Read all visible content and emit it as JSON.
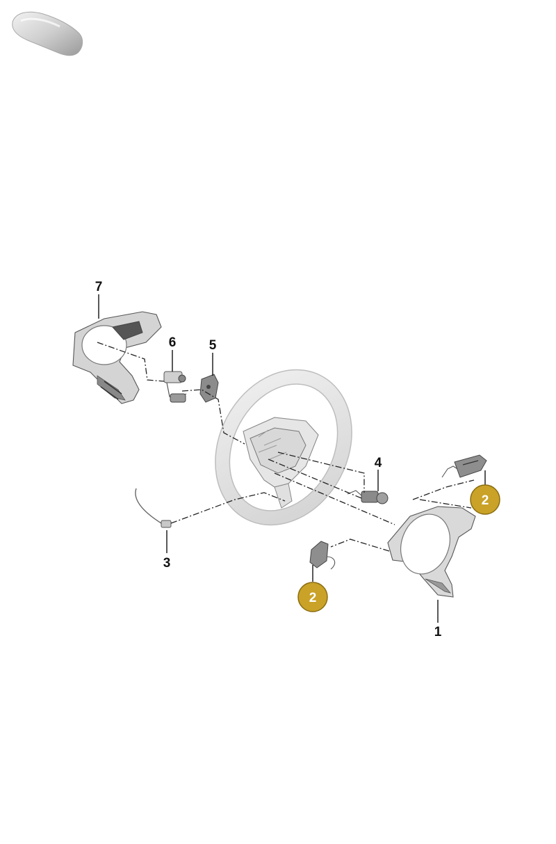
{
  "diagram": {
    "callouts": [
      {
        "id": "7",
        "label": "7"
      },
      {
        "id": "6",
        "label": "6"
      },
      {
        "id": "5",
        "label": "5"
      },
      {
        "id": "4",
        "label": "4"
      },
      {
        "id": "3",
        "label": "3"
      },
      {
        "id": "1",
        "label": "1"
      }
    ],
    "badges": [
      {
        "id": "2a",
        "label": "2"
      },
      {
        "id": "2b",
        "label": "2"
      }
    ],
    "colors": {
      "badge_fill": "#c9a227",
      "badge_stroke": "#8a6d10",
      "part_light": "#e4e4e4",
      "part_mid": "#c9c9c9",
      "part_dark": "#6b6b6b",
      "line": "#111111"
    },
    "icons": {
      "car_icon": "car-silhouette-icon"
    }
  }
}
